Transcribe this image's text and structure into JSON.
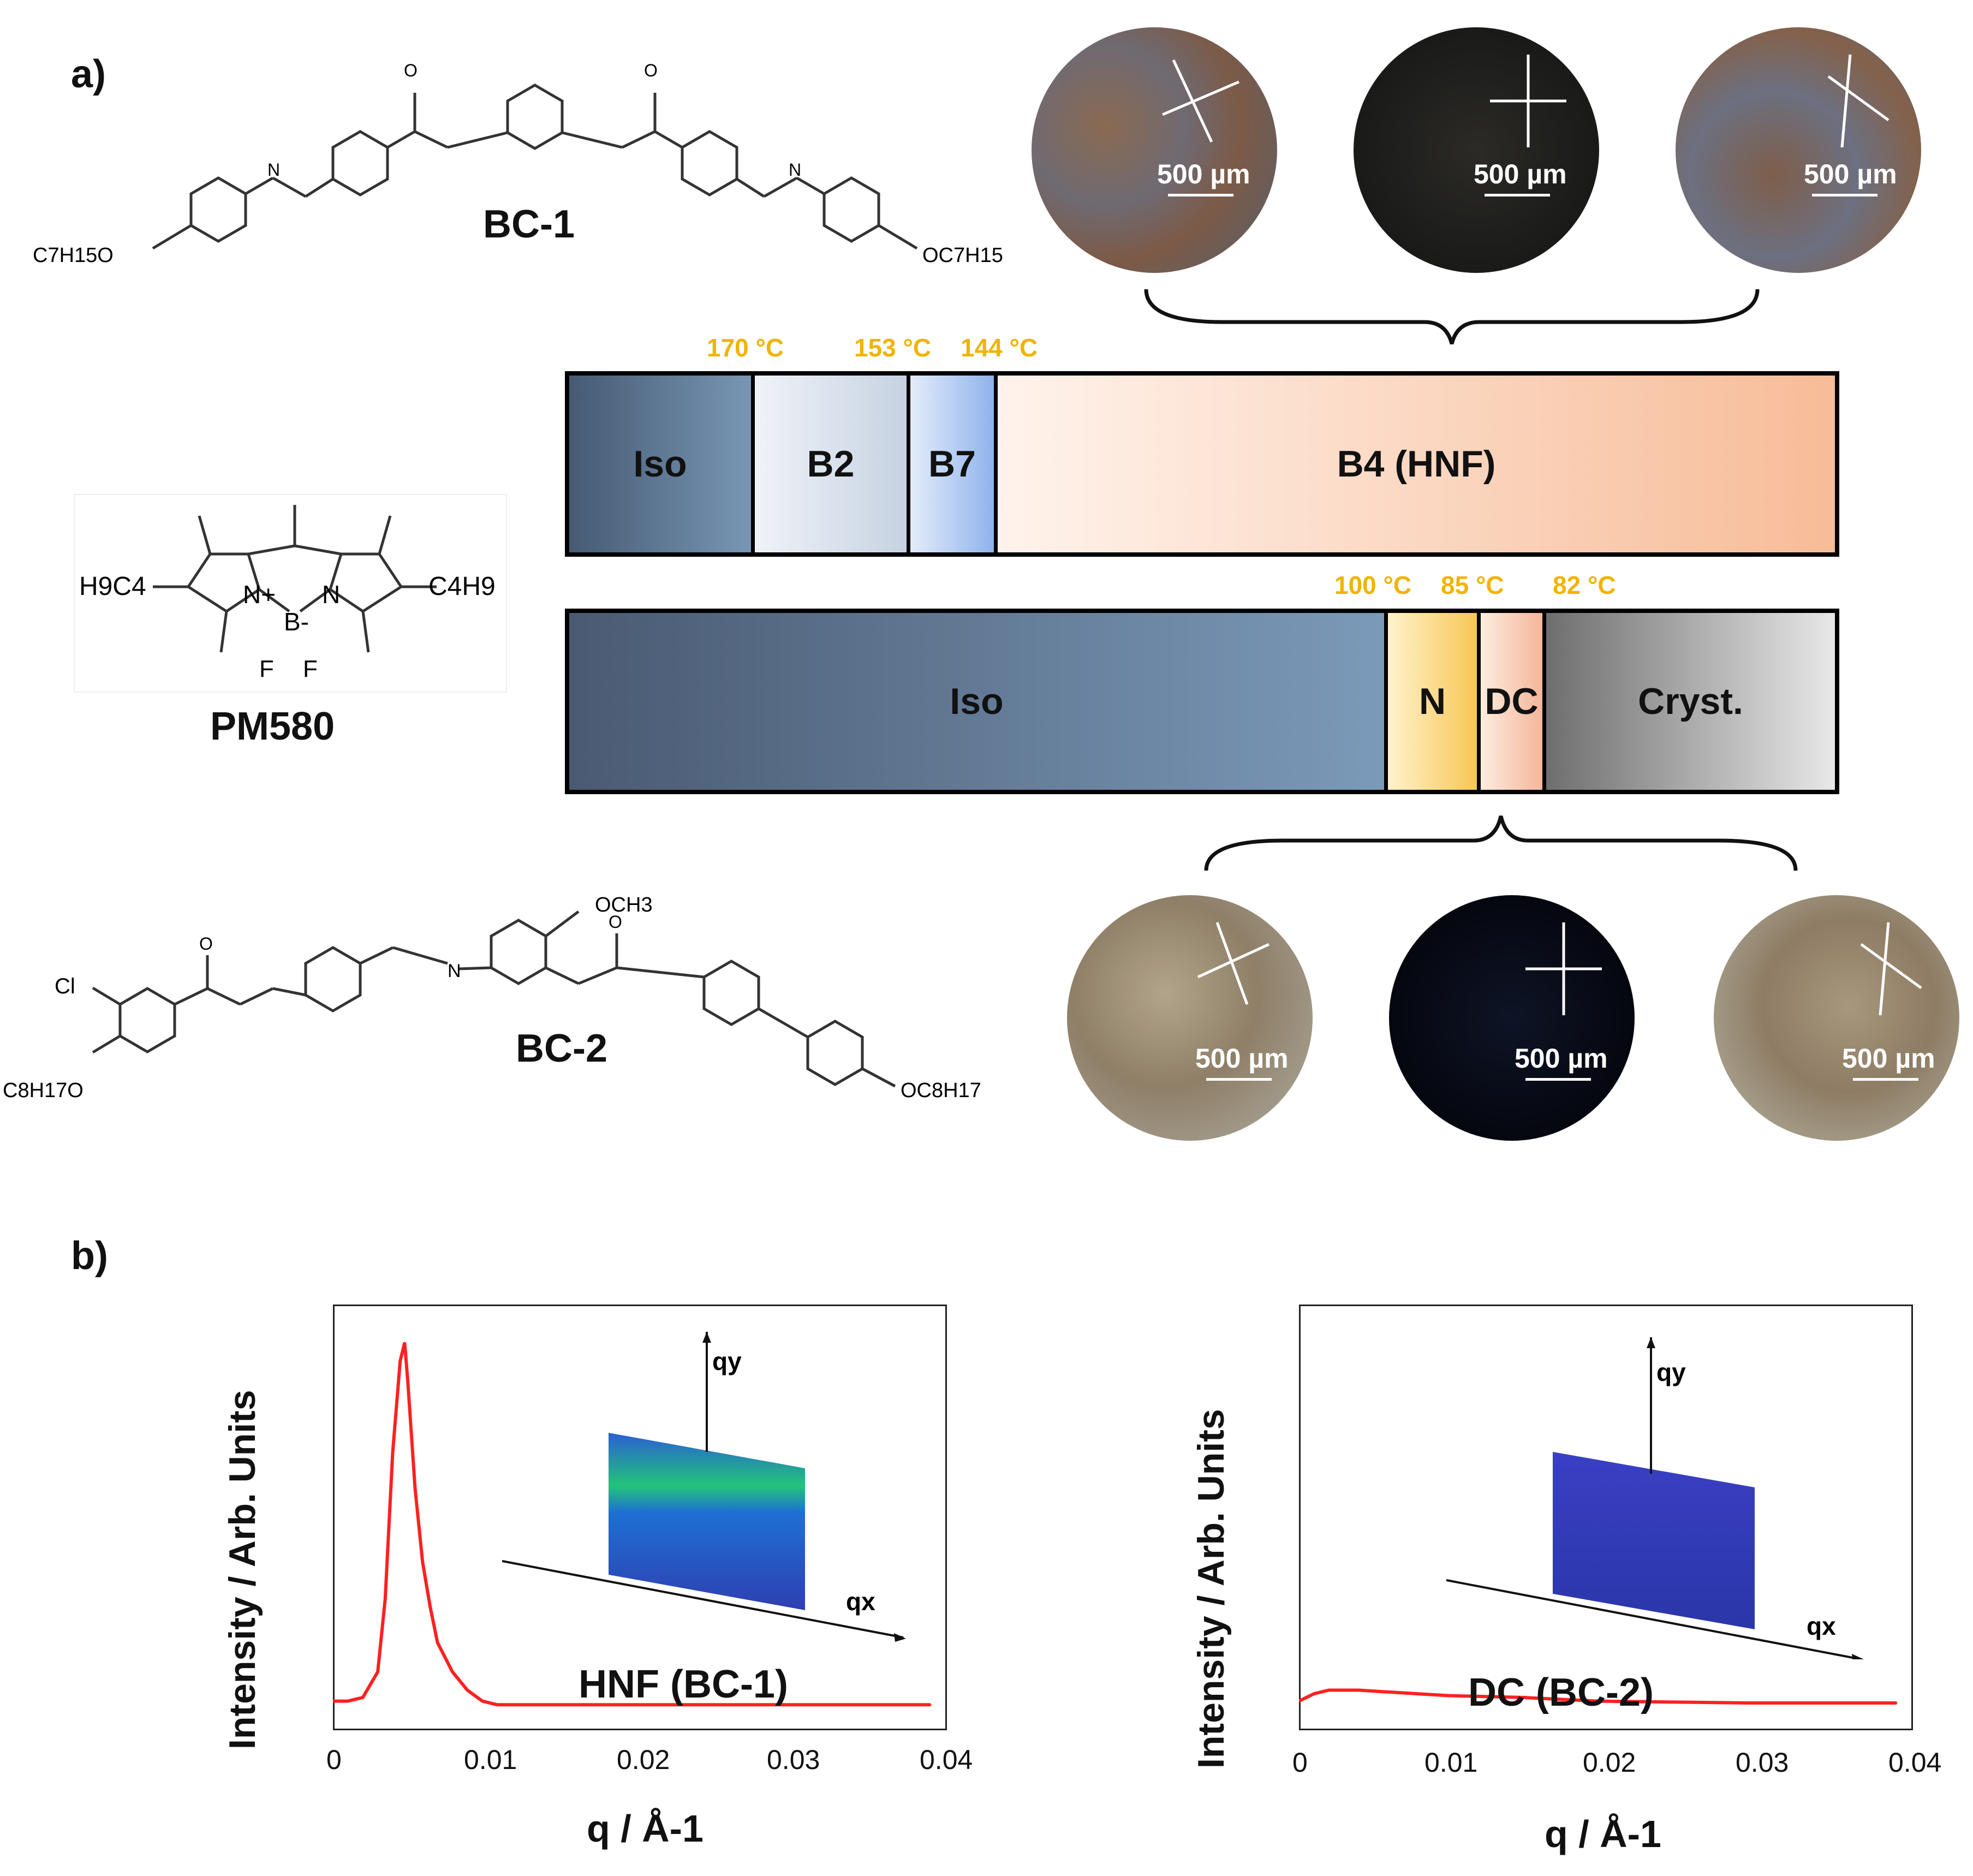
{
  "panels": {
    "a": "a)",
    "b": "b)"
  },
  "molecules": {
    "bc1": "BC-1",
    "pm580": "PM580",
    "bc2": "BC-2"
  },
  "substituents": {
    "bc1_left": "C7H15O",
    "bc1_right": "OC7H15",
    "pm_left": "H9C4",
    "pm_right": "C4H9",
    "pm_n1": "N+",
    "pm_n2": "N",
    "pm_b": "B-",
    "pm_f1": "F",
    "pm_f2": "F",
    "bc2_cl": "Cl",
    "bc2_left": "C8H17O",
    "bc2_right": "OC8H17",
    "bc2_ome": "OCH3",
    "o": "O",
    "n": "N"
  },
  "phase_bars": {
    "bc1": {
      "temps": [
        "170 °C",
        "153 °C",
        "144 °C"
      ],
      "segments": [
        {
          "label": "Iso"
        },
        {
          "label": "B2"
        },
        {
          "label": "B7"
        },
        {
          "label": "B4 (HNF)"
        }
      ]
    },
    "bc2": {
      "temps": [
        "100 °C",
        "85 °C",
        "82 °C"
      ],
      "segments": [
        {
          "label": "Iso"
        },
        {
          "label": "N"
        },
        {
          "label": "DC"
        },
        {
          "label": "Cryst."
        }
      ]
    }
  },
  "micrographs": {
    "scale_label": "500 µm",
    "top": [
      "brown-blue texture, crossed polarizers rotated",
      "dark, crossed polarizers",
      "brown-blue texture, crossed polarizers rotated"
    ],
    "bottom": [
      "beige-brown texture, rotated",
      "dark blue, crossed",
      "beige-brown texture, rotated"
    ]
  },
  "saxs": {
    "left": {
      "title": "HNF (BC-1)",
      "ylabel": "Intensity / Arb. Units",
      "xlabel": "q / Å-1",
      "inset_qy": "qy",
      "inset_qx": "qx"
    },
    "right": {
      "title": "DC (BC-2)",
      "ylabel": "Intensity / Arb. Units",
      "xlabel": "q / Å-1",
      "inset_qy": "qy",
      "inset_qx": "qx"
    }
  },
  "chart_data": [
    {
      "type": "line",
      "title": "HNF (BC-1)",
      "xlabel": "q / Å-1",
      "ylabel": "Intensity / Arb. Units",
      "xlim": [
        0,
        0.04
      ],
      "xticks": [
        "0",
        "0.01",
        "0.02",
        "0.03",
        "0.04"
      ],
      "series": [
        {
          "x": [
            0,
            0.001,
            0.002,
            0.003,
            0.0035,
            0.004,
            0.0045,
            0.0048,
            0.005,
            0.0055,
            0.006,
            0.0065,
            0.007,
            0.008,
            0.009,
            0.01,
            0.011,
            0.02,
            0.03,
            0.04
          ],
          "values": [
            0.02,
            0.02,
            0.03,
            0.1,
            0.3,
            0.7,
            0.95,
            1.0,
            0.9,
            0.6,
            0.4,
            0.28,
            0.18,
            0.1,
            0.05,
            0.02,
            0.01,
            0.01,
            0.01,
            0.01
          ]
        }
      ],
      "color": "#ff2020"
    },
    {
      "type": "line",
      "title": "DC (BC-2)",
      "xlabel": "q / Å-1",
      "ylabel": "Intensity / Arb. Units",
      "xlim": [
        0,
        0.04
      ],
      "xticks": [
        "0",
        "0.01",
        "0.02",
        "0.03",
        "0.04"
      ],
      "series": [
        {
          "x": [
            0,
            0.001,
            0.002,
            0.004,
            0.006,
            0.008,
            0.01,
            0.015,
            0.02,
            0.03,
            0.04
          ],
          "values": [
            0.02,
            0.04,
            0.05,
            0.05,
            0.045,
            0.04,
            0.035,
            0.03,
            0.02,
            0.015,
            0.015
          ]
        }
      ],
      "color": "#ff2020"
    }
  ]
}
